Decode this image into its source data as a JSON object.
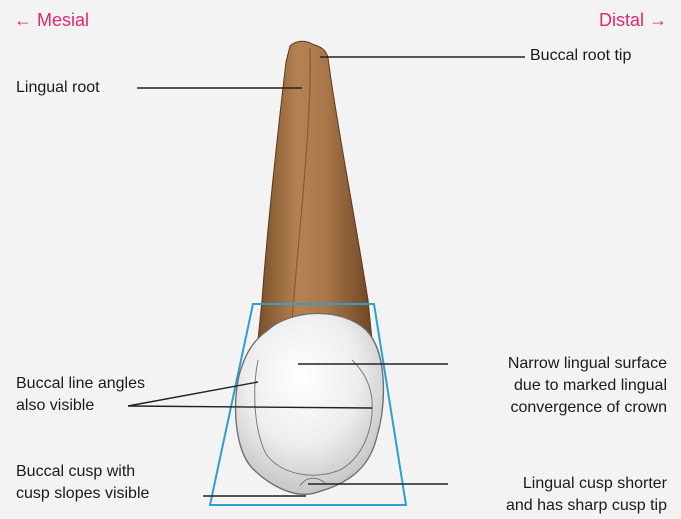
{
  "directions": {
    "mesial": "← Mesial",
    "distal": "Distal →"
  },
  "labels": {
    "buccal_root_tip": "Buccal root tip",
    "lingual_root": "Lingual root",
    "narrow_lingual_line1": "Narrow lingual surface",
    "narrow_lingual_line2": "due to marked lingual",
    "narrow_lingual_line3": "convergence of crown",
    "buccal_line_angles_line1": "Buccal line angles",
    "buccal_line_angles_line2": "also visible",
    "buccal_cusp_line1": "Buccal cusp with",
    "buccal_cusp_line2": "cusp slopes visible",
    "lingual_cusp_line1": "Lingual cusp shorter",
    "lingual_cusp_line2": "and has sharp cusp tip"
  },
  "colors": {
    "direction_text": "#e0286f",
    "outline_box": "#2f9fcf",
    "root": "#9a6a3c",
    "crown": "#e8e8e8"
  }
}
